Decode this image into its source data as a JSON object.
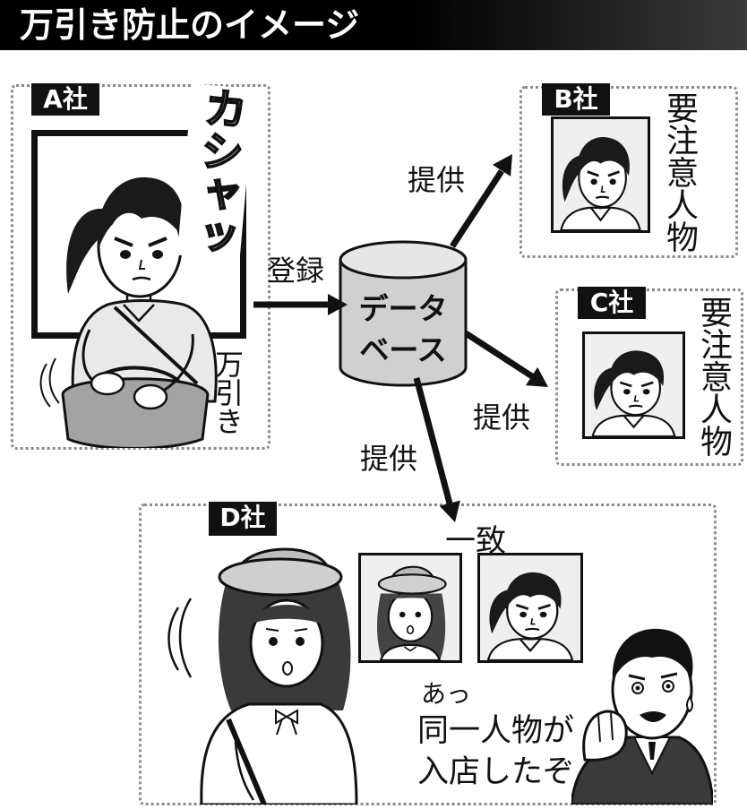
{
  "title": "万引き防止のイメージ",
  "colors": {
    "title_bar": "#000000",
    "tag": "#111111",
    "frame": "#111111",
    "dotted_border": "#8a8a8a"
  },
  "company_a": {
    "label": "A社",
    "shutter_sound": "カシャッ",
    "caption": "万引き"
  },
  "database": {
    "line1": "データ",
    "line2": "ベース"
  },
  "arrows": {
    "register": "登録",
    "provide_to_b": "提供",
    "provide_to_c": "提供",
    "provide_to_d": "提供"
  },
  "company_b": {
    "label": "B社",
    "note": "要注意人物"
  },
  "company_c": {
    "label": "C社",
    "note": "要注意人物"
  },
  "company_d": {
    "label": "D社",
    "match": "一致",
    "speech": [
      "あっ",
      "同一人物が",
      "入店したぞ"
    ]
  }
}
